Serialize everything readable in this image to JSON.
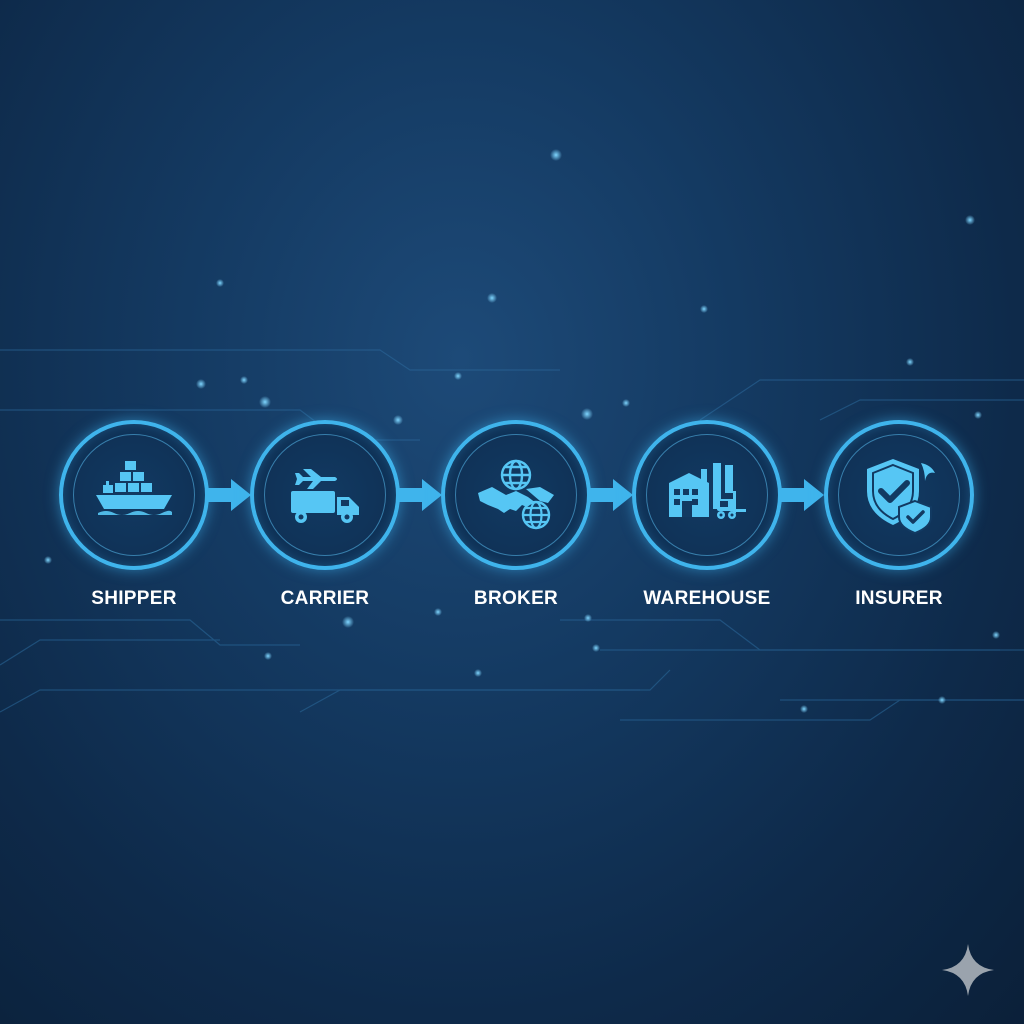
{
  "colors": {
    "accent": "#3fb4ec",
    "icon_fill": "#56c6f4",
    "label": "#ffffff",
    "background": "#143a62"
  },
  "steps": [
    {
      "label": "SHIPPER",
      "icon": "cargo-ship-icon"
    },
    {
      "label": "CARRIER",
      "icon": "truck-plane-icon"
    },
    {
      "label": "BROKER",
      "icon": "handshake-globe-icon"
    },
    {
      "label": "WAREHOUSE",
      "icon": "warehouse-forklift-icon"
    },
    {
      "label": "INSURER",
      "icon": "shield-check-icon"
    }
  ],
  "connector_icon": "arrow-right-icon",
  "watermark_icon": "sparkle-icon"
}
